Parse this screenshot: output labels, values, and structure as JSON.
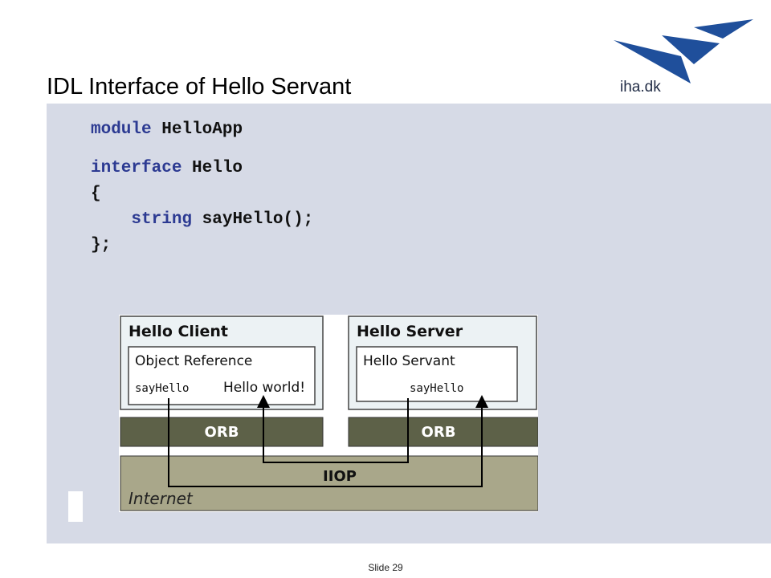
{
  "slide": {
    "title": "IDL Interface of Hello Servant",
    "logo_text": "iha.dk",
    "footer": "Slide 29"
  },
  "code": {
    "line1_kw": "module",
    "line1_rest": " HelloApp",
    "line2_kw": "interface",
    "line2_rest": " Hello",
    "line3": "{",
    "line4_indent": "    ",
    "line4_kw": "string",
    "line4_rest": " sayHello();",
    "line5": "};"
  },
  "diagram": {
    "client_title": "Hello Client",
    "client_box": "Object Reference",
    "client_call": "sayHello",
    "client_result": "Hello world!",
    "server_title": "Hello Server",
    "server_box": "Hello Servant",
    "server_call": "sayHello",
    "orb_left": "ORB",
    "orb_right": "ORB",
    "iiop": "IIOP",
    "internet": "Internet"
  },
  "colors": {
    "panel_bg": "#d6dae6",
    "keyword": "#2c3a92",
    "logo_blue": "#1f4f9b",
    "orb_fill": "#5d6148",
    "internet_fill": "#a9a78a"
  }
}
